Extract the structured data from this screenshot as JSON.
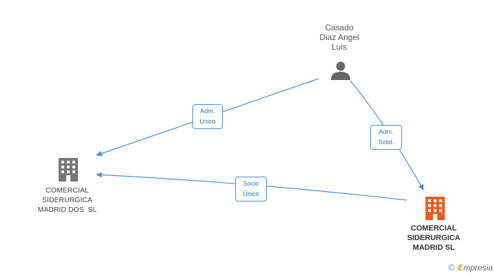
{
  "nodes": {
    "person": {
      "lines": [
        "Casado",
        "Diaz Angel",
        "Luis"
      ]
    },
    "company_left": {
      "lines": [
        "COMERCIAL",
        "SIDERURGICA",
        "MADRID DOS  SL"
      ]
    },
    "company_right": {
      "lines": [
        "COMERCIAL",
        "SIDERURGICA",
        "MADRID SL"
      ]
    }
  },
  "edges": {
    "adm_unico": {
      "lines": [
        "Adm.",
        "Unico"
      ]
    },
    "adm_solid": {
      "lines": [
        "Adm.",
        "Solid."
      ]
    },
    "socio_unico": {
      "lines": [
        "Socio",
        "Único"
      ]
    }
  },
  "footer": {
    "copyright": "©",
    "brand_first": "ℇ",
    "brand_rest": "mpresia"
  },
  "colors": {
    "edge": "#4a90d9",
    "company_gray": "#777777",
    "company_highlight": "#f05a28",
    "person": "#666666"
  }
}
